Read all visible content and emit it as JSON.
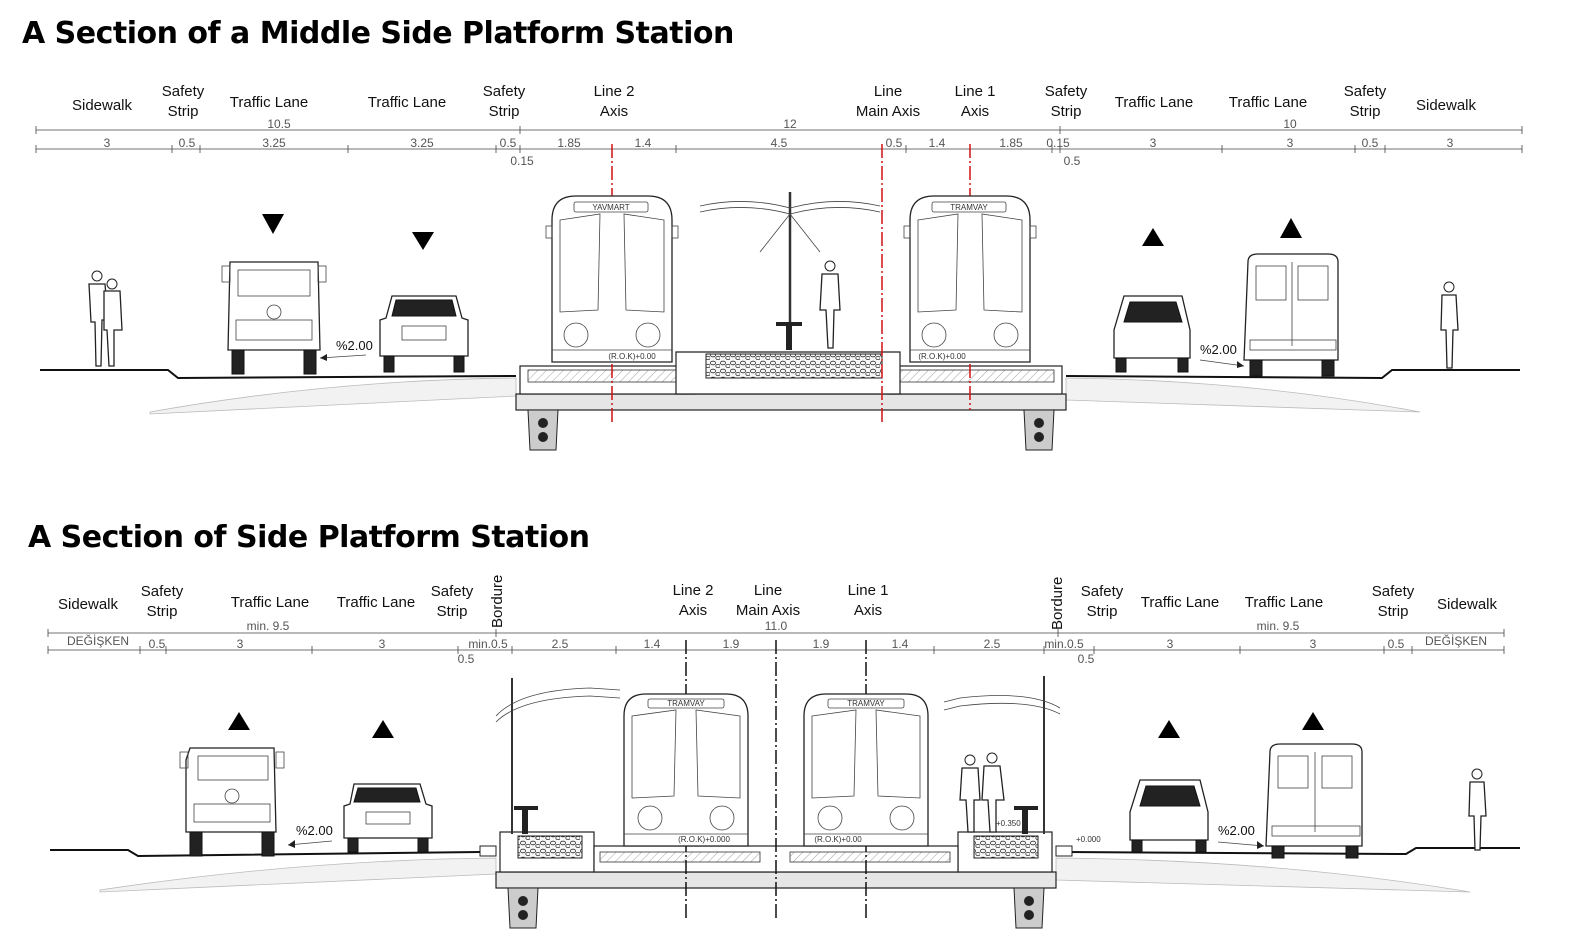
{
  "section1": {
    "title": "A Section of a Middle Side Platform Station",
    "labels": [
      {
        "id": "sidewalk-l",
        "lines": [
          "Sidewalk"
        ]
      },
      {
        "id": "safety-strip-1",
        "lines": [
          "Safety",
          "Strip"
        ]
      },
      {
        "id": "traffic-lane-1",
        "lines": [
          "Traffic Lane"
        ]
      },
      {
        "id": "traffic-lane-2",
        "lines": [
          "Traffic Lane"
        ]
      },
      {
        "id": "safety-strip-2",
        "lines": [
          "Safety",
          "Strip"
        ]
      },
      {
        "id": "line2-axis",
        "lines": [
          "Line 2",
          "Axis"
        ]
      },
      {
        "id": "line-main-axis",
        "lines": [
          "Line",
          "Main Axis"
        ]
      },
      {
        "id": "line1-axis",
        "lines": [
          "Line 1",
          "Axis"
        ]
      },
      {
        "id": "safety-strip-3",
        "lines": [
          "Safety",
          "Strip"
        ]
      },
      {
        "id": "traffic-lane-3",
        "lines": [
          "Traffic Lane"
        ]
      },
      {
        "id": "traffic-lane-4",
        "lines": [
          "Traffic Lane"
        ]
      },
      {
        "id": "safety-strip-4",
        "lines": [
          "Safety",
          "Strip"
        ]
      },
      {
        "id": "sidewalk-r",
        "lines": [
          "Sidewalk"
        ]
      }
    ],
    "dims_top": [
      "10.5",
      "12",
      "10"
    ],
    "dims_main": [
      "3",
      "0.5",
      "3.25",
      "3.25",
      "0.5",
      "1.85",
      "1.4",
      "4.5",
      "0.5",
      "1.4",
      "1.85",
      "0.15",
      "3",
      "3",
      "0.5",
      "3"
    ],
    "dims_sub": [
      "0.15",
      "0.5"
    ],
    "slope_left": "%2.00",
    "slope_right": "%2.00",
    "tram_left_sign": "YAVMART",
    "tram_right_sign": "TRAMVAY",
    "level_left": "(R.O.K)+0.00",
    "level_right": "(R.O.K)+0.00"
  },
  "section2": {
    "title": "A Section of Side Platform Station",
    "labels": [
      {
        "id": "sidewalk-l",
        "lines": [
          "Sidewalk"
        ]
      },
      {
        "id": "safety-strip-1",
        "lines": [
          "Safety",
          "Strip"
        ]
      },
      {
        "id": "traffic-lane-1",
        "lines": [
          "Traffic Lane"
        ]
      },
      {
        "id": "traffic-lane-2",
        "lines": [
          "Traffic Lane"
        ]
      },
      {
        "id": "safety-strip-2",
        "lines": [
          "Safety",
          "Strip"
        ]
      },
      {
        "id": "line2-axis",
        "lines": [
          "Line 2",
          "Axis"
        ]
      },
      {
        "id": "line-main-axis",
        "lines": [
          "Line",
          "Main Axis"
        ]
      },
      {
        "id": "line1-axis",
        "lines": [
          "Line 1",
          "Axis"
        ]
      },
      {
        "id": "safety-strip-3",
        "lines": [
          "Safety",
          "Strip"
        ]
      },
      {
        "id": "traffic-lane-3",
        "lines": [
          "Traffic Lane"
        ]
      },
      {
        "id": "traffic-lane-4",
        "lines": [
          "Traffic Lane"
        ]
      },
      {
        "id": "safety-strip-4",
        "lines": [
          "Safety",
          "Strip"
        ]
      },
      {
        "id": "sidewalk-r",
        "lines": [
          "Sidewalk"
        ]
      }
    ],
    "bordure_left": "Bordure",
    "bordure_right": "Bordure",
    "dims_top": [
      "min. 9.5",
      "11.0",
      "min. 9.5"
    ],
    "dims_main": [
      "DEĞİŞKEN",
      "0.5",
      "3",
      "3",
      "min.0.5",
      "2.5",
      "1.4",
      "1.9",
      "1.9",
      "1.4",
      "2.5",
      "min.0.5",
      "3",
      "3",
      "0.5",
      "DEĞİŞKEN"
    ],
    "dims_sub": [
      "0.5",
      "0.5"
    ],
    "slope_left": "%2.00",
    "slope_right": "%2.00",
    "tram_left_sign": "TRAMVAY",
    "tram_right_sign": "TRAMVAY",
    "level_left": "(R.O.K)+0.000",
    "level_right": "(R.O.K)+0.00",
    "platform_level_right": "+0.350",
    "ground_level_right": "+0.000"
  },
  "colors": {
    "axis_red": "#d01010",
    "ink": "#222222"
  },
  "icons": [
    "pedestrian-icon",
    "truck-icon",
    "car-icon",
    "van-icon",
    "tram-icon",
    "canopy-icon",
    "direction-triangle-icon"
  ]
}
